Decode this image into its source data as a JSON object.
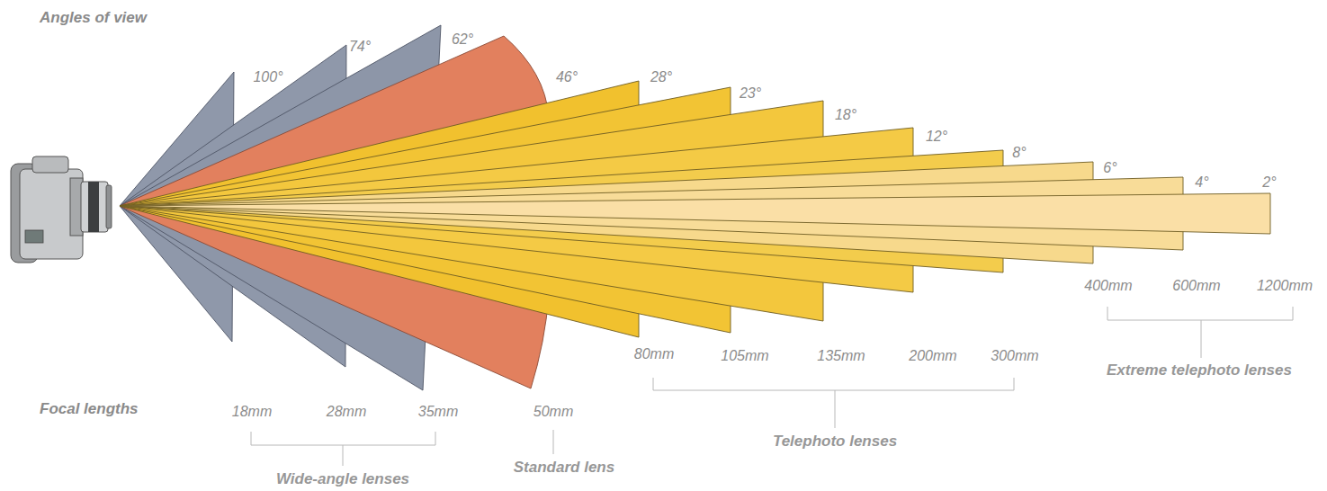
{
  "diagram": {
    "labels": [
      "Angles of view",
      "100°",
      "74°",
      "62°",
      "46°",
      "28°",
      "23°",
      "18°",
      "12°",
      "8°",
      "6°",
      "4°",
      "2°",
      "Focal lengths",
      "18mm",
      "28mm",
      "35mm",
      "50mm",
      "80mm",
      "105mm",
      "135mm",
      "200mm",
      "300mm",
      "400mm",
      "600mm",
      "1200mm",
      "Wide-angle lenses",
      "Standard lens",
      "Telephoto lenses",
      "Extreme telephoto lenses"
    ]
  }
}
